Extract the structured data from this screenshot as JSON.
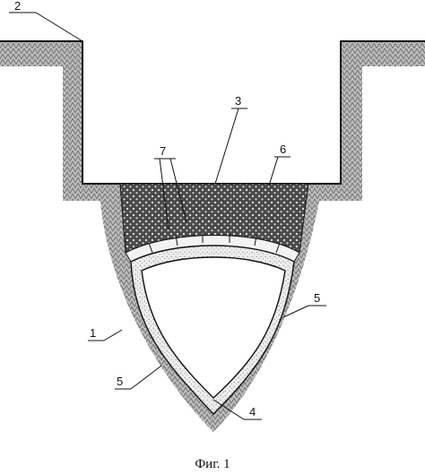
{
  "figure": {
    "caption": "Фиг. 1",
    "callouts": {
      "c1": "1",
      "c2": "2",
      "c3": "3",
      "c4": "4",
      "c5a": "5",
      "c5b": "5",
      "c6": "6",
      "c7": "7"
    }
  },
  "colors": {
    "ink": "#111111",
    "soil": "#9a9a9a",
    "lining": "#e6e6e6",
    "fill": "#555555",
    "background": "#ffffff"
  }
}
